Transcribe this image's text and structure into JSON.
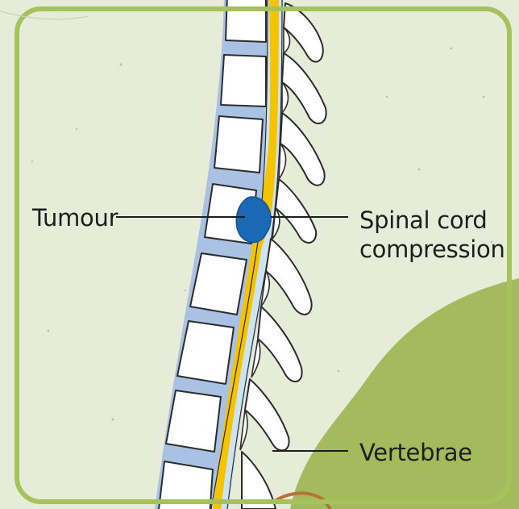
{
  "labels": {
    "tumour": "Tumour",
    "spinal_cord_compression": [
      "Spinal cord",
      "compression"
    ],
    "vertebrae": "Vertebrae"
  },
  "colors": {
    "background": "#e7ecd9",
    "frame": "#a6c35b",
    "green_blob": "#a3bb5d",
    "disc": "#a9c1e3",
    "spinal_cord": "#f5c400",
    "canal": "#cde3ef",
    "tumour": "#1a69b6",
    "bone_outline": "#2c2c2c",
    "bone_fill": "#ffffff"
  }
}
